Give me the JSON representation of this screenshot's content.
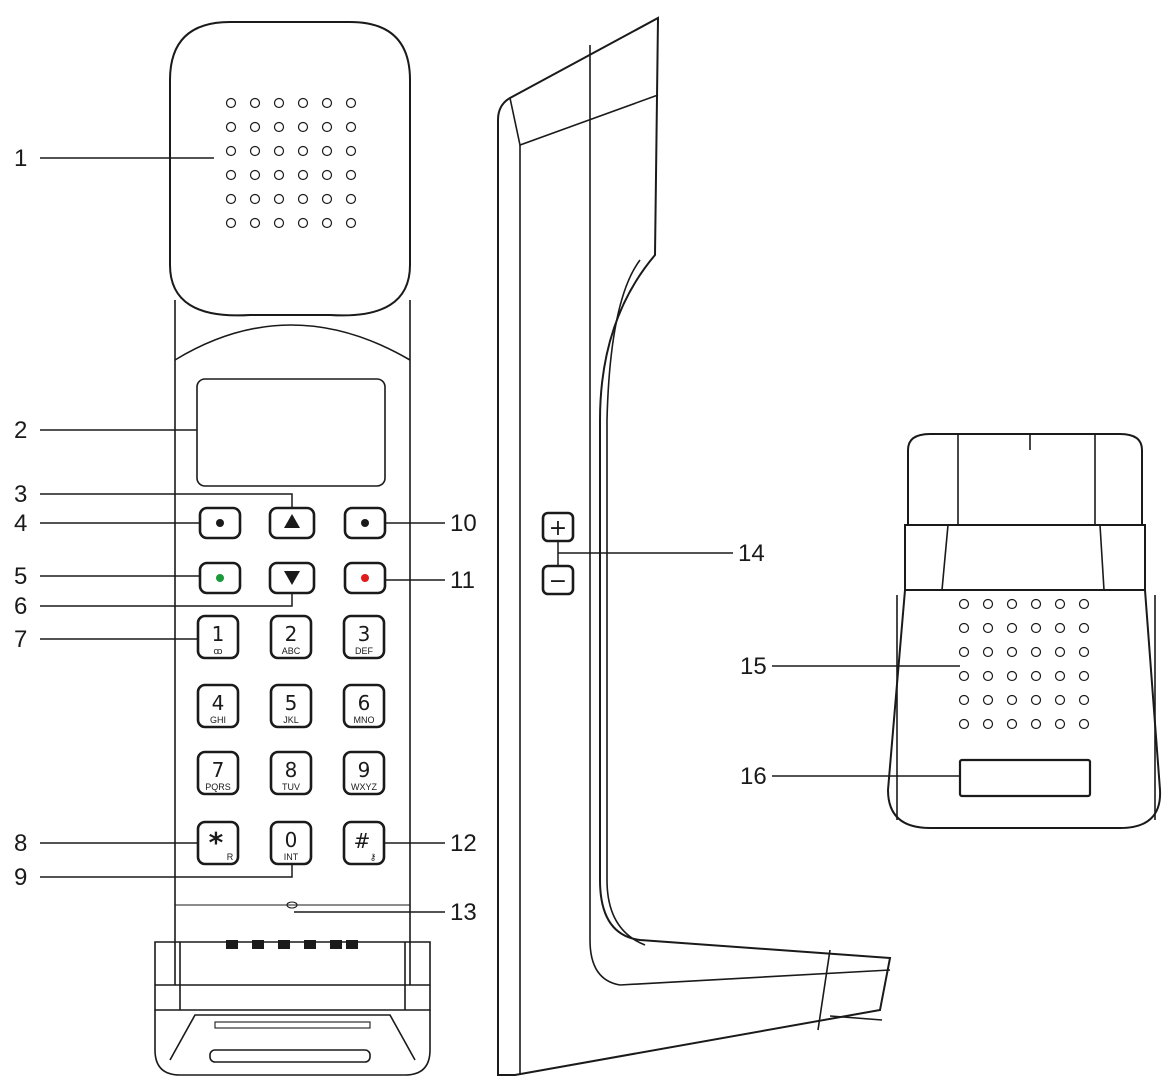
{
  "callouts": {
    "c1": "1",
    "c2": "2",
    "c3": "3",
    "c4": "4",
    "c5": "5",
    "c6": "6",
    "c7": "7",
    "c8": "8",
    "c9": "9",
    "c10": "10",
    "c11": "11",
    "c12": "12",
    "c13": "13",
    "c14": "14",
    "c15": "15",
    "c16": "16"
  },
  "keypad": {
    "k1": {
      "digit": "1",
      "letters": "ꝏ"
    },
    "k2": {
      "digit": "2",
      "letters": "ABC"
    },
    "k3": {
      "digit": "3",
      "letters": "DEF"
    },
    "k4": {
      "digit": "4",
      "letters": "GHI"
    },
    "k5": {
      "digit": "5",
      "letters": "JKL"
    },
    "k6": {
      "digit": "6",
      "letters": "MNO"
    },
    "k7": {
      "digit": "7",
      "letters": "PQRS"
    },
    "k8": {
      "digit": "8",
      "letters": "TUV"
    },
    "k9": {
      "digit": "9",
      "letters": "WXYZ"
    },
    "kstar": {
      "digit": "*",
      "letters": "R"
    },
    "k0": {
      "digit": "0",
      "letters": "INT"
    },
    "khash": {
      "digit": "#",
      "letters": "⚷"
    }
  },
  "side_keys": {
    "plus": "+",
    "minus": "−"
  },
  "colors": {
    "call_green": "#1a9a3a",
    "end_red": "#e01b1b",
    "line": "#1a1a1a"
  },
  "icons": {
    "up": "up-arrow-icon",
    "down": "down-arrow-icon",
    "soft": "dot-icon",
    "mute": "mute-icon"
  }
}
